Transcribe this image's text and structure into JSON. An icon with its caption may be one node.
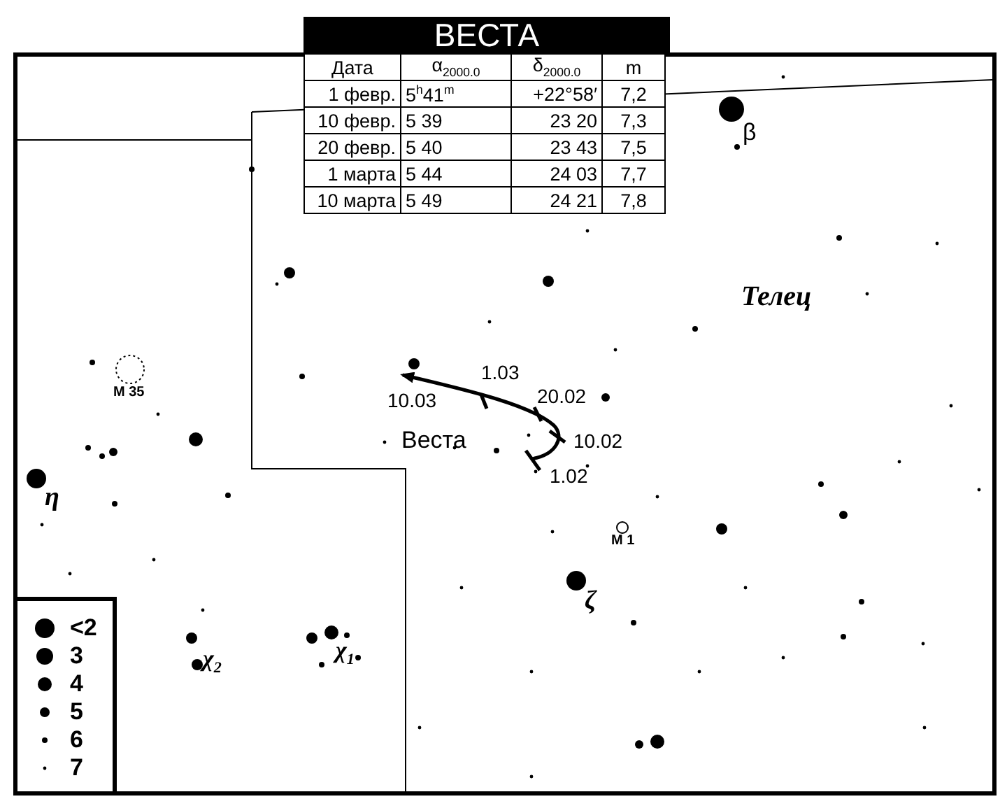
{
  "diagram": {
    "title": "ВЕСТА",
    "labels": [
      "Дата",
      "α$_{2000.0}$",
      "δ$_{2000.0}$",
      "m",
      "1 февр.",
      "5$^{h}$41$^{m}$",
      "+22°58′",
      "7,2",
      "10 февр.",
      "5 39",
      "23 20",
      "7,3",
      "20 февр.",
      "5 40",
      "23 43",
      "7,5",
      "1 марта",
      "5 44",
      "24 03",
      "7,7",
      "10 марта",
      "5 49",
      "24 21",
      "7,8",
      "β",
      "Телец",
      "M 35",
      "1.03",
      "10.03",
      "20.02",
      "Веста",
      "10.02",
      "1.02",
      "η",
      "M 1",
      "ζ",
      "χ$_{2}$",
      "χ$_{1}$"
    ],
    "legend": [
      {
        "text": "<2"
      },
      {
        "text": "3"
      },
      {
        "text": "4"
      },
      {
        "text": "5"
      },
      {
        "text": "6"
      },
      {
        "text": "7"
      }
    ]
  }
}
